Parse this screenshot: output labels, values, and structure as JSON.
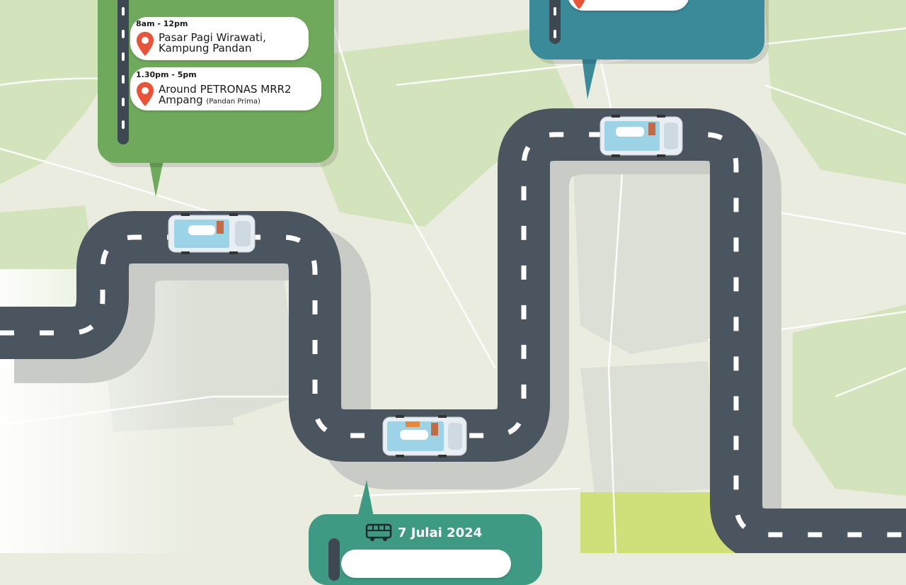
{
  "colors": {
    "map_bg": "#e9ecdf",
    "park_green": "#cfe0b4",
    "road_asphalt": "#4b5560",
    "lane_marking": "#ffffff",
    "green_panel": "#6fa95b",
    "blue_panel": "#3a8a9a",
    "teal_panel": "#3f9a84",
    "pin_orange": "#e8533a",
    "lime_block": "#cfe07a"
  },
  "callout_green": {
    "stops": [
      {
        "time": "8am - 12pm",
        "location": "Pasar Pagi Wirawati, Kampung Pandan",
        "location_line1": "Pasar Pagi Wirawati,",
        "location_line2": "Kampung Pandan",
        "location_note": ""
      },
      {
        "time": "1.30pm - 5pm",
        "location": "Around PETRONAS MRR2 Ampang",
        "location_line1": "Around PETRONAS MRR2",
        "location_line2": "Ampang",
        "location_note": "(Pandan Prima)"
      }
    ]
  },
  "callout_teal": {
    "date": "7 Julai 2024",
    "icon": "bus-icon"
  },
  "vehicles": [
    {
      "name": "promo-van-1",
      "icon": "van-icon"
    },
    {
      "name": "promo-van-2",
      "icon": "van-icon"
    },
    {
      "name": "promo-van-3",
      "icon": "van-icon"
    }
  ]
}
